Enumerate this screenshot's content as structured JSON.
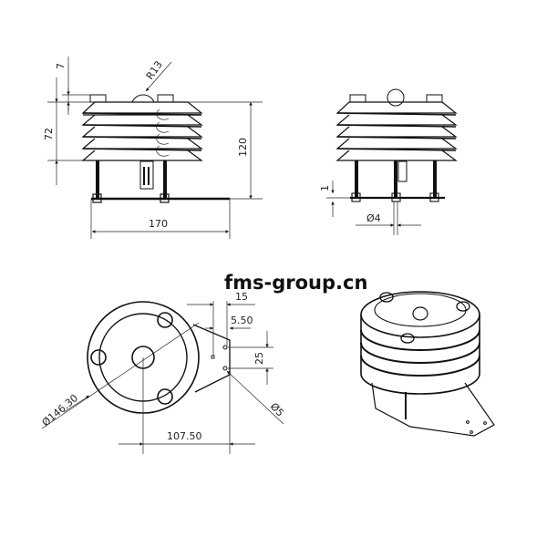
{
  "watermark": "fms-group.cn",
  "views": {
    "front": {
      "dims": {
        "top_gap": "7",
        "dome_radius": "R13",
        "louver_height": "72",
        "total_height": "120",
        "base_width": "170"
      }
    },
    "side": {
      "dims": {
        "plate_thickness": "1",
        "rod_diameter": "Ø4"
      }
    },
    "top": {
      "dims": {
        "offset_a": "15",
        "offset_b": "5.50",
        "hole_spacing": "25",
        "hole_diameter": "Ø5",
        "outer_diameter": "Ø146.30",
        "center_to_bracket": "107.50"
      }
    },
    "isometric": {
      "label": ""
    }
  }
}
